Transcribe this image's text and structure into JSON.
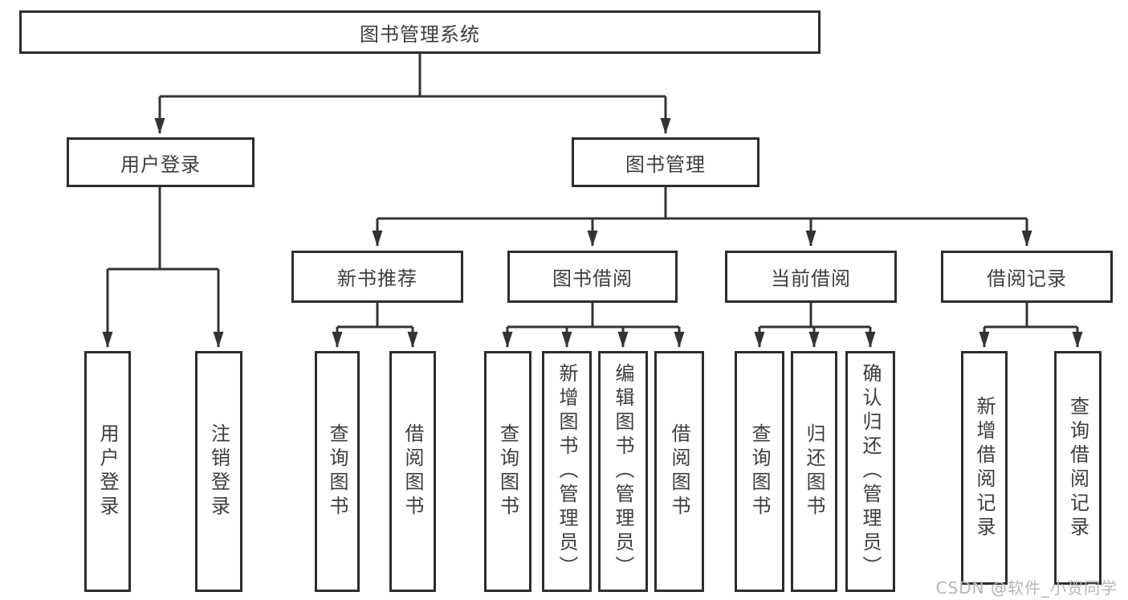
{
  "diagram": {
    "type": "tree",
    "root": {
      "label": "图书管理系统",
      "children": [
        {
          "label": "用户登录",
          "children": [
            {
              "label": "用户登录"
            },
            {
              "label": "注销登录"
            }
          ]
        },
        {
          "label": "图书管理",
          "children": [
            {
              "label": "新书推荐",
              "children": [
                {
                  "label": "查询图书"
                },
                {
                  "label": "借阅图书"
                }
              ]
            },
            {
              "label": "图书借阅",
              "children": [
                {
                  "label": "查询图书"
                },
                {
                  "label": "新增图书（管理员）"
                },
                {
                  "label": "编辑图书（管理员）"
                },
                {
                  "label": "借阅图书"
                }
              ]
            },
            {
              "label": "当前借阅",
              "children": [
                {
                  "label": "查询图书"
                },
                {
                  "label": "归还图书"
                },
                {
                  "label": "确认归还（管理员）"
                }
              ]
            },
            {
              "label": "借阅记录",
              "children": [
                {
                  "label": "新增借阅记录"
                },
                {
                  "label": "查询借阅记录"
                }
              ]
            }
          ]
        }
      ]
    },
    "watermark": {
      "text": "CSDN @软件_小贺同学"
    },
    "colors": {
      "background": "#ffffff",
      "box_border": "#2d2d2d",
      "connector_line": "#333333",
      "text": "#3d3d3d",
      "watermark_text": "#b6b6b6"
    }
  }
}
